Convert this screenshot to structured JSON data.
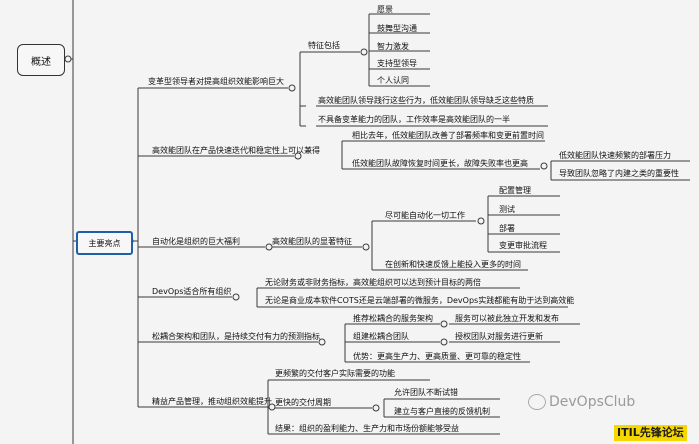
{
  "mindmap": {
    "root": "概述",
    "highlight": "主要亮点",
    "branches": [
      {
        "label": "变革型领导者对提高组织效能影响巨大",
        "children": [
          {
            "label": "特征包括",
            "items": [
              "愿景",
              "鼓舞型沟通",
              "智力激发",
              "支持型领导",
              "个人认同"
            ]
          },
          {
            "label": "高效能团队领导践行这些行为，低效能团队领导缺乏这些特质"
          },
          {
            "label": "不具备变革能力的团队，工作效率是高效能团队的一半"
          }
        ]
      },
      {
        "label": "高效能团队在产品快速迭代和稳定性上可以兼得",
        "children": [
          {
            "label": "相比去年，低效能团队改善了部署频率和变更前置时间"
          },
          {
            "label": "低效能团队故障恢复时间更长，故障失败率也更高",
            "items": [
              "低效能团队快速频繁的部署压力",
              "导致团队忽略了内建之类的重要性"
            ]
          }
        ]
      },
      {
        "label": "自动化是组织的巨大福利",
        "children": [
          {
            "label": "高效能团队的显著特征",
            "sub": [
              {
                "label": "尽可能自动化一切工作",
                "items": [
                  "配置管理",
                  "测试",
                  "部署",
                  "变更审批流程"
                ]
              },
              {
                "label": "在创新和快速反馈上能投入更多的时间"
              }
            ]
          }
        ]
      },
      {
        "label": "DevOps适合所有组织",
        "children": [
          {
            "label": "无论财务或非财务指标，高效能组织可以达到预计目标的两倍"
          },
          {
            "label": "无论是商业成本软件COTS还是云端部署的微服务，DevOps实践都能有助于达到高效能"
          }
        ]
      },
      {
        "label": "松耦合架构和团队，是持续交付有力的预测指标",
        "children": [
          {
            "label": "推荐松耦合的服务架构",
            "right": "服务可以被此独立开发和发布"
          },
          {
            "label": "组建松耦合团队",
            "right": "授权团队对服务进行更新"
          },
          {
            "label": "优势：更高生产力、更高质量、更可靠的稳定性"
          }
        ]
      },
      {
        "label": "精益产品管理，推动组织效能提升",
        "children": [
          {
            "label": "更频繁的交付客户实际需要的功能"
          },
          {
            "label": "更快的交付周期",
            "items": [
              "允许团队不断试错",
              "建立与客户直接的反馈机制"
            ]
          },
          {
            "label": "结果：组织的盈利能力、生产力和市场份额能够受益"
          }
        ]
      }
    ]
  },
  "watermark": "DevOpsClub",
  "brand": "ITIL先锋论坛",
  "colors": {
    "line": "#3a3a3a",
    "highlight_border": "#1e5fa8",
    "brand_bg": "#f6d800"
  }
}
